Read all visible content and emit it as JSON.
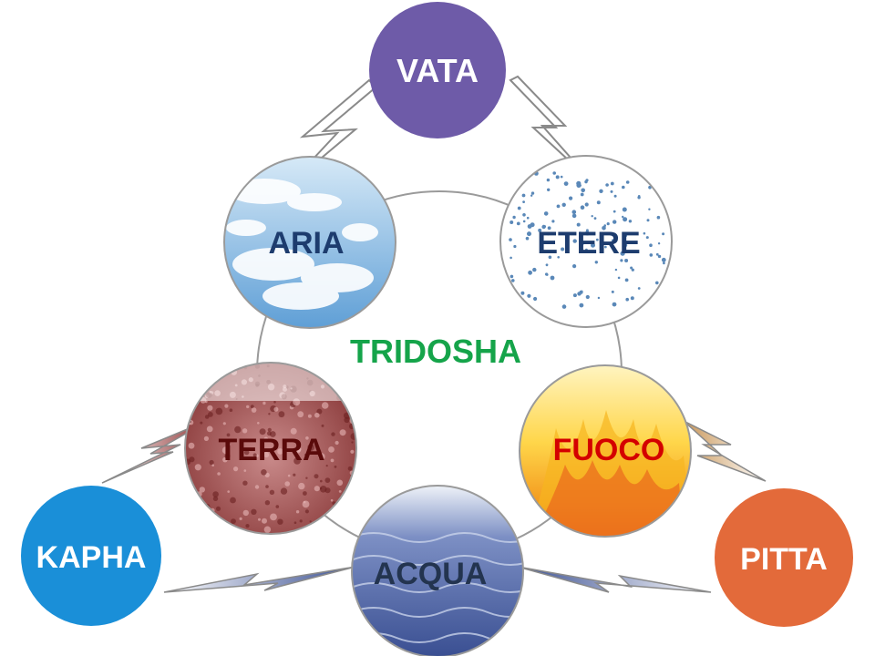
{
  "center_label": "TRIDOSHA",
  "doshas": {
    "vata": {
      "label": "VATA",
      "color": "#6e5ba8"
    },
    "kapha": {
      "label": "KAPHA",
      "color": "#1a8fd8"
    },
    "pitta": {
      "label": "PITTA",
      "color": "#e36a3a"
    }
  },
  "elements": {
    "aria": {
      "label": "ARIA",
      "text_color": "#1d3c6e",
      "texture": "clouds"
    },
    "etere": {
      "label": "ETERE",
      "text_color": "#1d3c6e",
      "texture": "dots"
    },
    "terra": {
      "label": "TERRA",
      "text_color": "#5a0a0a",
      "texture": "rock"
    },
    "fuoco": {
      "label": "FUOCO",
      "text_color": "#d40000",
      "texture": "fire"
    },
    "acqua": {
      "label": "ACQUA",
      "text_color": "#23344f",
      "texture": "water"
    }
  },
  "colors": {
    "center_label": "#15a44a",
    "outline": "#9a9a9a"
  }
}
